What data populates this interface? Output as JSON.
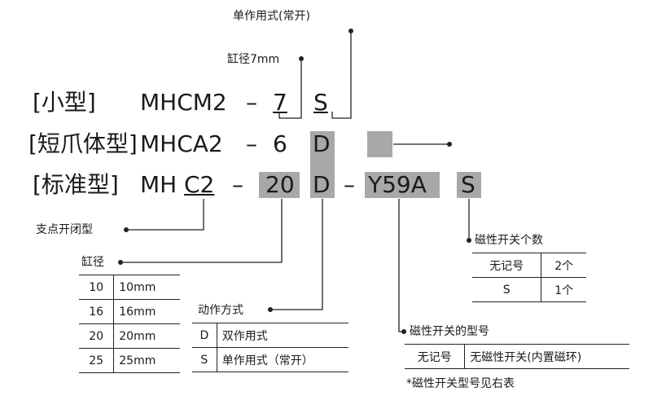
{
  "rows": {
    "small": {
      "prefix": "[小型]",
      "model": "MHCM2",
      "dash": "–",
      "bore": "7",
      "action": "S"
    },
    "short": {
      "prefix": "[短爪体型]",
      "model": "MHCA2",
      "dash": "–",
      "bore": "6",
      "action": "D"
    },
    "standard": {
      "prefix": "[标准型]",
      "model_pre": "MH",
      "model_type": "C2",
      "dash": "–",
      "bore": "20",
      "action": "D",
      "dash2": "–",
      "switch": "Y59A",
      "count": "S"
    }
  },
  "callouts": {
    "single_acting": "单作用式(常开)",
    "bore_7": "缸径7mm",
    "support_type": "支点开闭型",
    "bore": "缸径",
    "action_mode": "动作方式",
    "switch_count": "磁性开关个数",
    "switch_model": "磁性开关的型号",
    "switch_note": "*磁性开关型号见右表"
  },
  "bore_table": [
    {
      "code": "10",
      "size": "10mm"
    },
    {
      "code": "16",
      "size": "16mm"
    },
    {
      "code": "20",
      "size": "20mm"
    },
    {
      "code": "25",
      "size": "25mm"
    }
  ],
  "action_table": [
    {
      "code": "D",
      "desc": "双作用式"
    },
    {
      "code": "S",
      "desc": "单作用式（常开）"
    }
  ],
  "count_table": [
    {
      "code": "无记号",
      "desc": "2个"
    },
    {
      "code": "S",
      "desc": "1个"
    }
  ],
  "switch_table": [
    {
      "code": "无记号",
      "desc": "无磁性开关(内置磁环)"
    }
  ],
  "colors": {
    "highlight": "#a8a8a8",
    "line": "#222222"
  }
}
